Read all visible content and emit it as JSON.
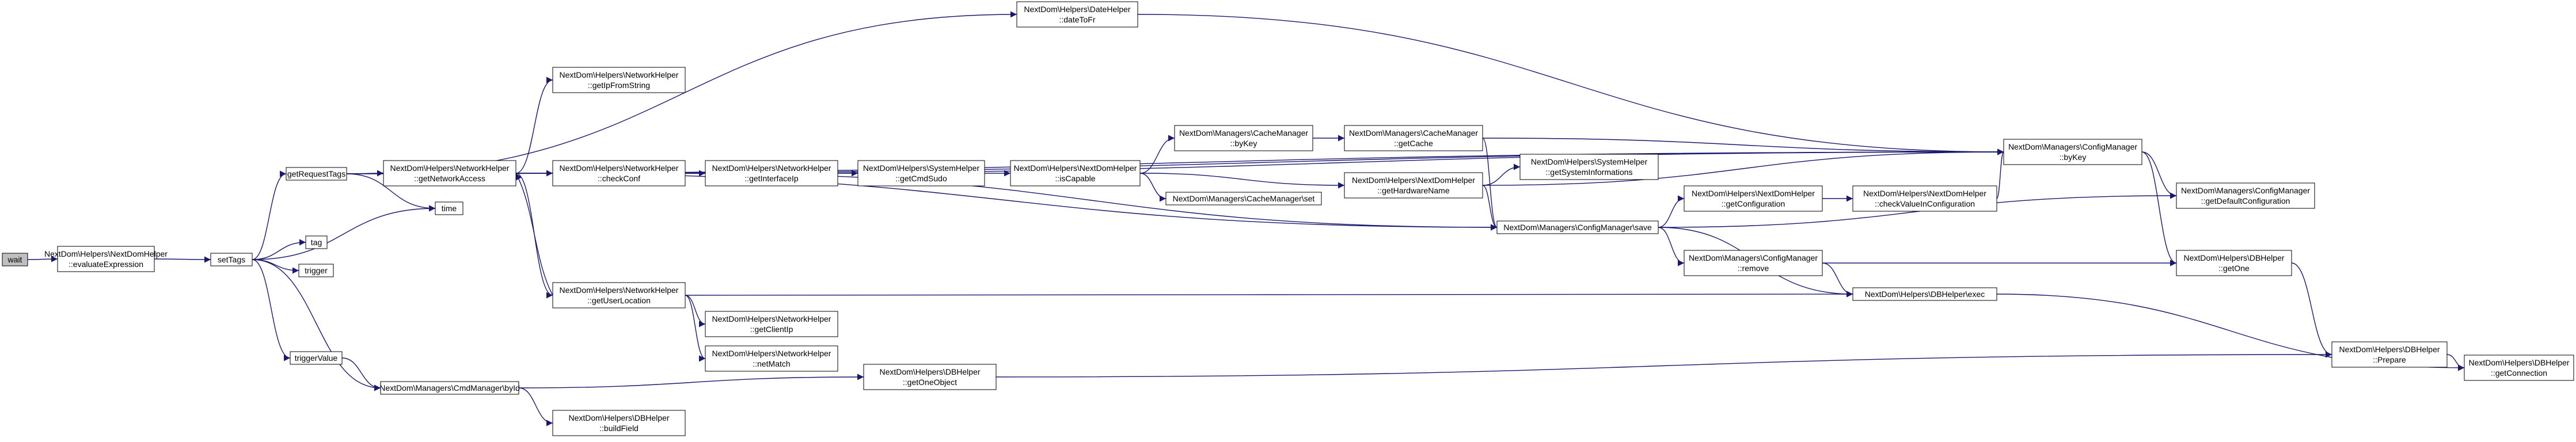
{
  "diagram": {
    "style": {
      "edge_color": "#191970",
      "node_border": "#000000",
      "node_fill": "#ffffff",
      "root_fill": "#bfbfbf"
    },
    "nodes": [
      {
        "id": "wait",
        "lines": [
          "wait"
        ],
        "root": true
      },
      {
        "id": "evaluateExpression",
        "lines": [
          "NextDom\\Helpers\\NextDomHelper",
          "::evaluateExpression"
        ]
      },
      {
        "id": "setTags",
        "lines": [
          "setTags"
        ]
      },
      {
        "id": "getRequestTags",
        "lines": [
          "getRequestTags"
        ]
      },
      {
        "id": "tag",
        "lines": [
          "tag"
        ]
      },
      {
        "id": "trigger",
        "lines": [
          "trigger"
        ]
      },
      {
        "id": "triggerValue",
        "lines": [
          "triggerValue"
        ]
      },
      {
        "id": "cmdById",
        "lines": [
          "NextDom\\Managers\\CmdManager\\byId"
        ]
      },
      {
        "id": "time",
        "lines": [
          "time"
        ]
      },
      {
        "id": "dateToFr",
        "lines": [
          "NextDom\\Helpers\\DateHelper",
          "::dateToFr"
        ]
      },
      {
        "id": "getNetworkAccess",
        "lines": [
          "NextDom\\Helpers\\NetworkHelper",
          "::getNetworkAccess"
        ]
      },
      {
        "id": "getIpFromString",
        "lines": [
          "NextDom\\Helpers\\NetworkHelper",
          "::getIpFromString"
        ]
      },
      {
        "id": "checkConf",
        "lines": [
          "NextDom\\Helpers\\NetworkHelper",
          "::checkConf"
        ]
      },
      {
        "id": "getUserLocation",
        "lines": [
          "NextDom\\Helpers\\NetworkHelper",
          "::getUserLocation"
        ]
      },
      {
        "id": "getClientIp",
        "lines": [
          "NextDom\\Helpers\\NetworkHelper",
          "::getClientIp"
        ]
      },
      {
        "id": "netMatch",
        "lines": [
          "NextDom\\Helpers\\NetworkHelper",
          "::netMatch"
        ]
      },
      {
        "id": "buildField",
        "lines": [
          "NextDom\\Helpers\\DBHelper",
          "::buildField"
        ]
      },
      {
        "id": "getInterfaceIp",
        "lines": [
          "NextDom\\Helpers\\NetworkHelper",
          "::getInterfaceIp"
        ]
      },
      {
        "id": "getCmdSudo",
        "lines": [
          "NextDom\\Helpers\\SystemHelper",
          "::getCmdSudo"
        ]
      },
      {
        "id": "isCapable",
        "lines": [
          "NextDom\\Helpers\\NextDomHelper",
          "::isCapable"
        ]
      },
      {
        "id": "cacheByKey",
        "lines": [
          "NextDom\\Managers\\CacheManager",
          "::byKey"
        ]
      },
      {
        "id": "cacheSet",
        "lines": [
          "NextDom\\Managers\\CacheManager\\set"
        ]
      },
      {
        "id": "getCache",
        "lines": [
          "NextDom\\Managers\\CacheManager",
          "::getCache"
        ]
      },
      {
        "id": "getHardwareName",
        "lines": [
          "NextDom\\Helpers\\NextDomHelper",
          "::getHardwareName"
        ]
      },
      {
        "id": "getSystemInformations",
        "lines": [
          "NextDom\\Helpers\\SystemHelper",
          "::getSystemInformations"
        ]
      },
      {
        "id": "configSave",
        "lines": [
          "NextDom\\Managers\\ConfigManager\\save"
        ]
      },
      {
        "id": "configRemove",
        "lines": [
          "NextDom\\Managers\\ConfigManager",
          "::remove"
        ]
      },
      {
        "id": "dbExec",
        "lines": [
          "NextDom\\Helpers\\DBHelper\\exec"
        ]
      },
      {
        "id": "getConfiguration",
        "lines": [
          "NextDom\\Helpers\\NextDomHelper",
          "::getConfiguration"
        ]
      },
      {
        "id": "checkValueInConfiguration",
        "lines": [
          "NextDom\\Helpers\\NextDomHelper",
          "::checkValueInConfiguration"
        ]
      },
      {
        "id": "getOneObject",
        "lines": [
          "NextDom\\Helpers\\DBHelper",
          "::getOneObject"
        ]
      },
      {
        "id": "configByKey",
        "lines": [
          "NextDom\\Managers\\ConfigManager",
          "::byKey"
        ]
      },
      {
        "id": "getDefaultConfiguration",
        "lines": [
          "NextDom\\Managers\\ConfigManager",
          "::getDefaultConfiguration"
        ]
      },
      {
        "id": "getOne",
        "lines": [
          "NextDom\\Helpers\\DBHelper",
          "::getOne"
        ]
      },
      {
        "id": "prepare",
        "lines": [
          "NextDom\\Helpers\\DBHelper",
          "::Prepare"
        ]
      },
      {
        "id": "getConnection",
        "lines": [
          "NextDom\\Helpers\\DBHelper",
          "::getConnection"
        ]
      }
    ],
    "edges": [
      [
        "wait",
        "evaluateExpression"
      ],
      [
        "evaluateExpression",
        "setTags"
      ],
      [
        "setTags",
        "getRequestTags"
      ],
      [
        "setTags",
        "tag"
      ],
      [
        "setTags",
        "trigger"
      ],
      [
        "setTags",
        "triggerValue"
      ],
      [
        "setTags",
        "cmdById"
      ],
      [
        "setTags",
        "time"
      ],
      [
        "getRequestTags",
        "dateToFr"
      ],
      [
        "getRequestTags",
        "getNetworkAccess"
      ],
      [
        "getRequestTags",
        "time"
      ],
      [
        "getRequestTags",
        "configByKey"
      ],
      [
        "getNetworkAccess",
        "getIpFromString"
      ],
      [
        "getNetworkAccess",
        "checkConf"
      ],
      [
        "getNetworkAccess",
        "getUserLocation"
      ],
      [
        "getNetworkAccess",
        "configByKey"
      ],
      [
        "getNetworkAccess",
        "configSave"
      ],
      [
        "getUserLocation",
        "getNetworkAccess"
      ],
      [
        "getUserLocation",
        "getClientIp"
      ],
      [
        "getUserLocation",
        "netMatch"
      ],
      [
        "getUserLocation",
        "dbExec"
      ],
      [
        "checkConf",
        "getInterfaceIp"
      ],
      [
        "checkConf",
        "configByKey"
      ],
      [
        "checkConf",
        "configSave"
      ],
      [
        "getInterfaceIp",
        "getCmdSudo"
      ],
      [
        "getCmdSudo",
        "isCapable"
      ],
      [
        "isCapable",
        "cacheByKey"
      ],
      [
        "isCapable",
        "cacheSet"
      ],
      [
        "isCapable",
        "getHardwareName"
      ],
      [
        "cacheByKey",
        "getCache"
      ],
      [
        "getCache",
        "configByKey"
      ],
      [
        "getCache",
        "configSave"
      ],
      [
        "getHardwareName",
        "getSystemInformations"
      ],
      [
        "getHardwareName",
        "configByKey"
      ],
      [
        "getHardwareName",
        "configSave"
      ],
      [
        "configSave",
        "getConfiguration"
      ],
      [
        "configSave",
        "configRemove"
      ],
      [
        "configSave",
        "dbExec"
      ],
      [
        "configSave",
        "getDefaultConfiguration"
      ],
      [
        "getConfiguration",
        "checkValueInConfiguration"
      ],
      [
        "checkValueInConfiguration",
        "configByKey"
      ],
      [
        "configRemove",
        "dbExec"
      ],
      [
        "configRemove",
        "getOne"
      ],
      [
        "cmdById",
        "getOneObject"
      ],
      [
        "cmdById",
        "buildField"
      ],
      [
        "getOneObject",
        "prepare"
      ],
      [
        "dateToFr",
        "configByKey"
      ],
      [
        "configByKey",
        "getDefaultConfiguration"
      ],
      [
        "configByKey",
        "getOne"
      ],
      [
        "getOne",
        "prepare"
      ],
      [
        "prepare",
        "getConnection"
      ],
      [
        "dbExec",
        "getConnection"
      ],
      [
        "triggerValue",
        "cmdById"
      ]
    ]
  }
}
